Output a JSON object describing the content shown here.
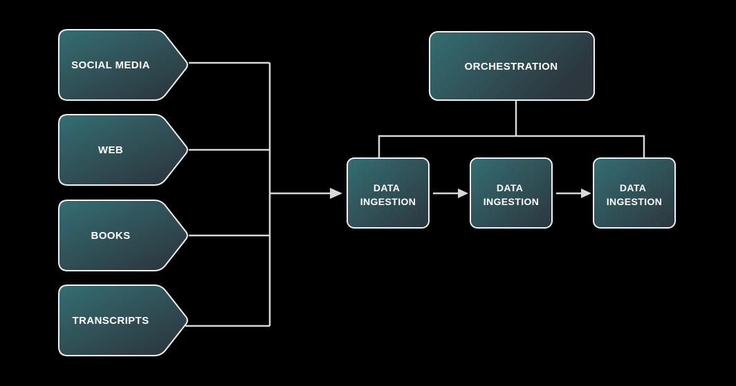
{
  "diagram": {
    "background": "#000000",
    "colors": {
      "teal": "#346e73",
      "slate": "#2c363d",
      "border": "#f2f2f2",
      "connector": "#d9d9d9",
      "text": "#ffffff"
    },
    "sources": [
      {
        "label": "SOCIAL MEDIA"
      },
      {
        "label": "WEB"
      },
      {
        "label": "BOOKS"
      },
      {
        "label": "TRANSCRIPTS"
      }
    ],
    "orchestration": {
      "label": "ORCHESTRATION"
    },
    "ingestion": [
      {
        "line1": "DATA",
        "line2": "INGESTION"
      },
      {
        "line1": "DATA",
        "line2": "INGESTION"
      },
      {
        "line1": "DATA",
        "line2": "INGESTION"
      }
    ]
  }
}
